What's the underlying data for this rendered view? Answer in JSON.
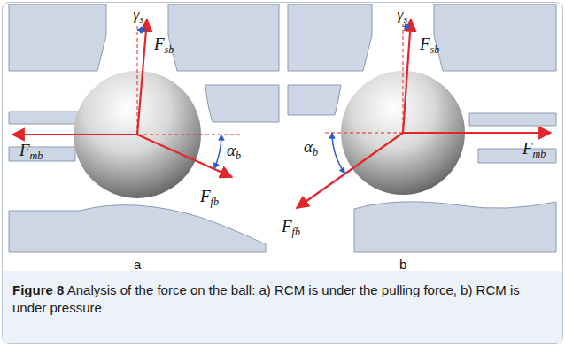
{
  "diagram": {
    "caption": "Figure 8 Analysis of the force on the ball: a) RCM is under the pulling force, b) RCM is under pressure",
    "labels": [
      "γs",
      "Fsb",
      "Fmb",
      "αb",
      "Ffb",
      "a",
      "γs",
      "Fsb",
      "Fmb",
      "αb",
      "Ffb",
      "b"
    ]
  }
}
